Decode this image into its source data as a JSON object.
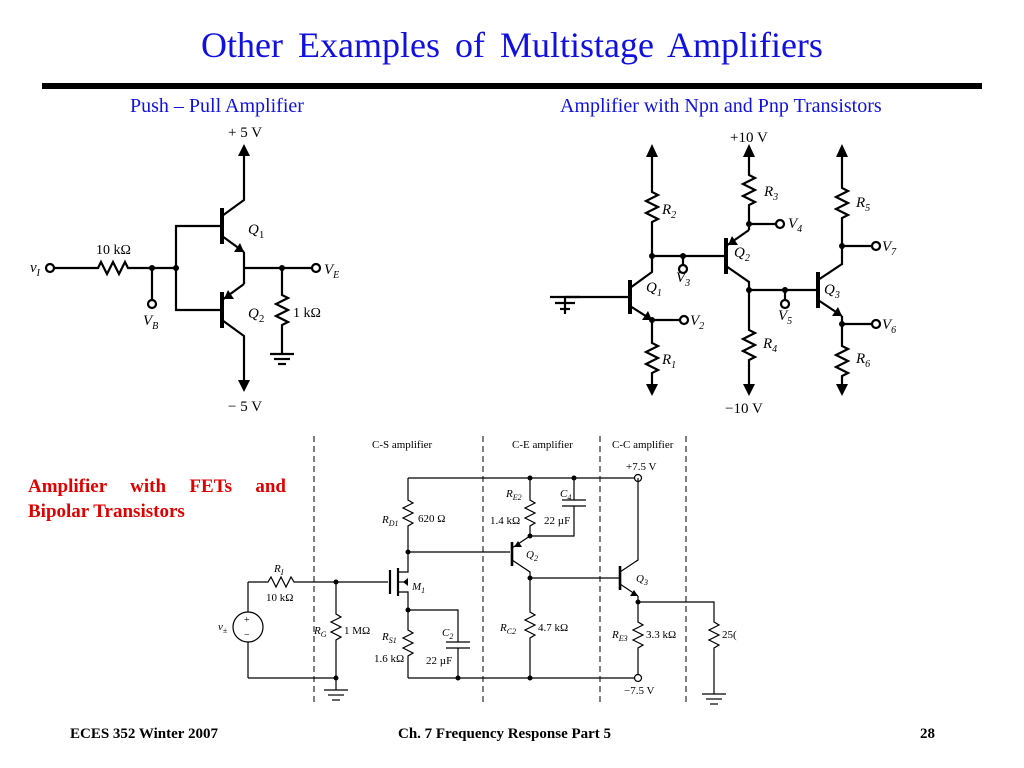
{
  "slide": {
    "title": "Other  Examples  of  Multistage  Amplifiers",
    "push_pull_title": "Push – Pull Amplifier",
    "npn_pnp_title": "Amplifier with Npn and Pnp Transistors",
    "fet_title": "Amplifier  with  FETs  and  Bipolar Transistors"
  },
  "footer": {
    "course": "ECES 352  Winter 2007",
    "chapter": "Ch. 7 Frequency Response  Part 5",
    "page": "28"
  },
  "push_pull": {
    "vplus": "+ 5 V",
    "vminus": "− 5 V",
    "r_in": "10 kΩ",
    "r_load": "1 kΩ",
    "q1": "Q",
    "q1_sub": "1",
    "q2": "Q",
    "q2_sub": "2",
    "vi": "v",
    "vi_sub": "I",
    "vb": "V",
    "vb_sub": "B",
    "ve": "V",
    "ve_sub": "E"
  },
  "npn_pnp": {
    "vplus": "+10 V",
    "vminus": "−10 V",
    "r1": "R",
    "r1_sub": "1",
    "r2": "R",
    "r2_sub": "2",
    "r3": "R",
    "r3_sub": "3",
    "r4": "R",
    "r4_sub": "4",
    "r5": "R",
    "r5_sub": "5",
    "r6": "R",
    "r6_sub": "6",
    "q1": "Q",
    "q1_sub": "1",
    "q2": "Q",
    "q2_sub": "2",
    "q3": "Q",
    "q3_sub": "3",
    "v2": "V",
    "v2_sub": "2",
    "v3": "V",
    "v3_sub": "3",
    "v4": "V",
    "v4_sub": "4",
    "v5": "V",
    "v5_sub": "5",
    "v6": "V",
    "v6_sub": "6",
    "v7": "V",
    "v7_sub": "7"
  },
  "fet_bjt": {
    "cs_label": "C-S amplifier",
    "ce_label": "C-E amplifier",
    "cc_label": "C-C amplifier",
    "vplus": "+7.5 V",
    "vminus": "−7.5 V",
    "ri": "R",
    "ri_sub": "I",
    "ri_val": "10 kΩ",
    "rg": "R",
    "rg_sub": "G",
    "rg_val": "1 MΩ",
    "rd1": "R",
    "rd1_sub": "D1",
    "rd1_val": "620 Ω",
    "rs1": "R",
    "rs1_sub": "S1",
    "rs1_val": "1.6 kΩ",
    "c2": "C",
    "c2_sub": "2",
    "c2_val": "22 µF",
    "re2": "R",
    "re2_sub": "E2",
    "re2_val": "1.4 kΩ",
    "c4": "C",
    "c4_sub": "4",
    "c4_val": "22 µF",
    "rc2": "R",
    "rc2_sub": "C2",
    "rc2_val": "4.7 kΩ",
    "re3": "R",
    "re3_sub": "E3",
    "re3_val": "3.3 kΩ",
    "rl_val": "25(",
    "m1": "M",
    "m1_sub": "1",
    "q2": "Q",
    "q2_sub": "2",
    "q3": "Q",
    "q3_sub": "3",
    "vs": "v",
    "vs_sub": "±",
    "plus": "+",
    "minus": "−"
  }
}
